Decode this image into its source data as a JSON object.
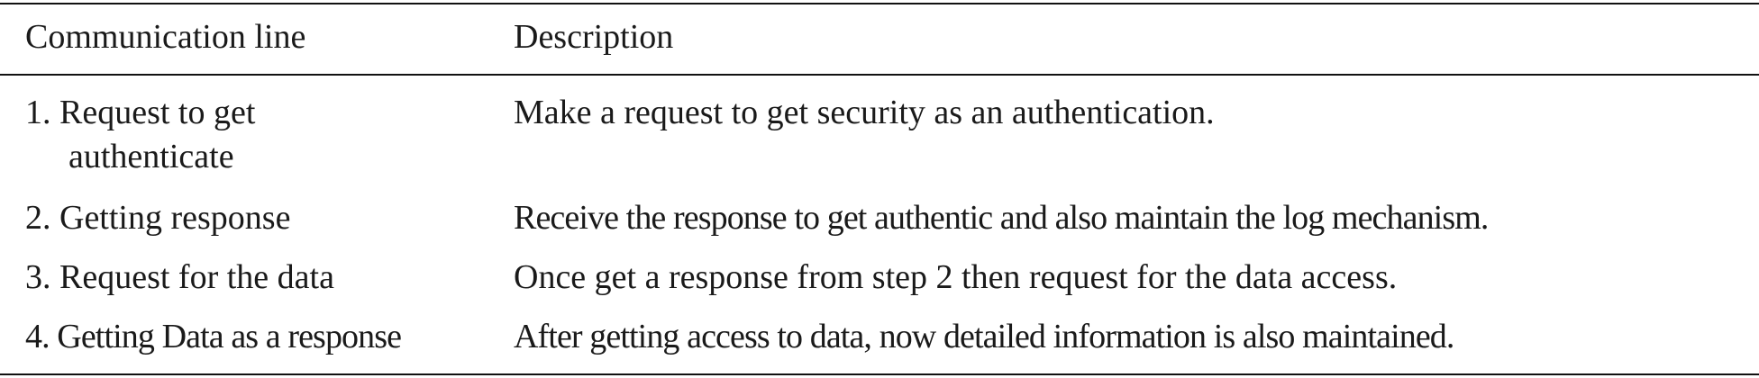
{
  "table": {
    "headers": [
      "Communication line",
      "Description"
    ],
    "rows": [
      {
        "line": "1. Request to get",
        "line_cont": "authenticate",
        "description": "Make a request to get security as an authentication."
      },
      {
        "line": "2. Getting response",
        "description": "Receive the response to get authentic and also maintain the log mechanism."
      },
      {
        "line": "3. Request for the data",
        "description": "Once get a response from step 2 then request for the data access."
      },
      {
        "line": "4. Getting Data as a response",
        "description": "After getting access to data, now detailed information is also maintained."
      }
    ]
  }
}
